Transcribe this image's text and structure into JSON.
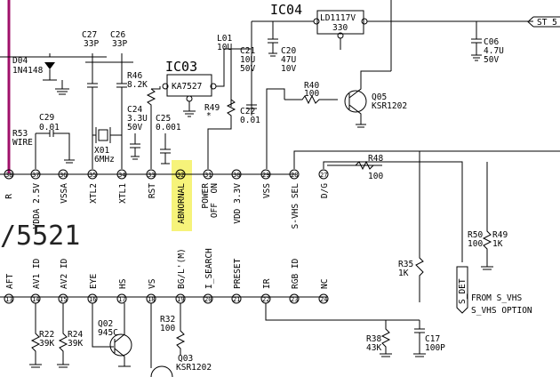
{
  "ics": {
    "ic04": {
      "name": "IC04",
      "part": "LD1117V",
      "value": "330"
    },
    "ic03": {
      "name": "IC03",
      "part": "KA7527"
    }
  },
  "ic_fragment": "/5521",
  "labels": {
    "st": "ST_5",
    "d04": "D04",
    "d04_part": "1N4148",
    "c27": "C27",
    "c27_val": "33P",
    "c26": "C26",
    "c26_val": "33P",
    "r46": "R46",
    "r46_val": "8.2K",
    "l01": "L01",
    "l01_val": "10U",
    "c21": "C21",
    "c21_val1": "10U",
    "c21_val2": "50V",
    "c20": "C20",
    "c20_val1": "47U",
    "c20_val2": "10V",
    "c06": "C06",
    "c06_val1": "4.7U",
    "c06_val2": "50V",
    "c29": "C29",
    "c29_val": "0.01",
    "r53": "R53",
    "r53_val": "WIRE",
    "x01": "X01",
    "x01_val": "6MHz",
    "c24": "C24",
    "c24_val1": "3.3U",
    "c24_val2": "50V",
    "c25": "C25",
    "c25_val": "0.001",
    "r49a": "R49",
    "star": "*",
    "c22": "C22",
    "c22_val": "0.01",
    "r40": "R40",
    "r40_val": "100",
    "q05": "Q05",
    "q05_part": "KSR1202",
    "r48": "R48",
    "r48_val": "100",
    "r50": "R50",
    "r50_val": "100",
    "r49b": "R49",
    "r49b_val": "1K",
    "r35": "R35",
    "r35_val": "1K",
    "s_det": "S_DET",
    "from1": "FROM S_VHS",
    "from2": "S_VHS OPTION",
    "r38": "R38",
    "r38_val": "43K",
    "c17": "C17",
    "c17_val": "100P",
    "r22": "R22",
    "r22_val": "39K",
    "r24": "R24",
    "r24_val": "39K",
    "q02": "Q02",
    "q02_part": "945C",
    "r32": "R32",
    "r32_val": "100",
    "q03": "Q03",
    "q03_part": "KSR1202"
  },
  "top_pins": [
    {
      "num": "38",
      "name": "R"
    },
    {
      "num": "37",
      "name": "VDDA 2.5V"
    },
    {
      "num": "36",
      "name": "VSSA"
    },
    {
      "num": "35",
      "name": "XTL2"
    },
    {
      "num": "34",
      "name": "XTL1"
    },
    {
      "num": "33",
      "name": "RST"
    },
    {
      "num": "32",
      "name": "ABNORNAL"
    },
    {
      "num": "31",
      "name": "POWER"
    },
    {
      "num": "30",
      "name": "VDD 3.3V"
    },
    {
      "num": "29",
      "name": "VSS"
    },
    {
      "num": "28",
      "name": "S-VHS SEL"
    },
    {
      "num": "27",
      "name": "D/G"
    }
  ],
  "power_on_off": {
    "on": "ON",
    "off": "OFF"
  },
  "bottom_pins": [
    {
      "num": "13",
      "name": "AFT"
    },
    {
      "num": "14",
      "name": "AV1 ID"
    },
    {
      "num": "15",
      "name": "AV2 ID"
    },
    {
      "num": "16",
      "name": "EYE"
    },
    {
      "num": "17",
      "name": "HS"
    },
    {
      "num": "18",
      "name": "VS"
    },
    {
      "num": "19",
      "name": "BG/L'(M)"
    },
    {
      "num": "20",
      "name": "I_SEARCH"
    },
    {
      "num": "21",
      "name": "PRESET"
    },
    {
      "num": "22",
      "name": "IR"
    },
    {
      "num": "23",
      "name": "RGB ID"
    },
    {
      "num": "24",
      "name": "NC"
    }
  ],
  "colors": {
    "highlight": "#f6f37a",
    "magenta_wire": "#a0106a"
  }
}
